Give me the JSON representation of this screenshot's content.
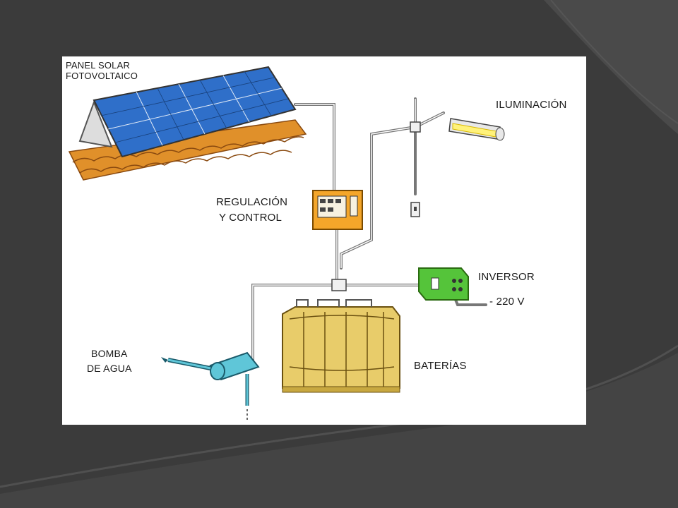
{
  "colors": {
    "background": "#3a3a3a",
    "panel": "#ffffff",
    "solar_cell": "#2f6fc9",
    "controller": "#f4a62a",
    "inverter": "#55c43a",
    "battery": "#e8cc6a",
    "pump": "#5fc6d8",
    "lamp_glow": "#fff27a"
  },
  "labels": {
    "solar_panel": [
      "PANEL SOLAR",
      "FOTOVOLTAICO"
    ],
    "lighting": "ILUMINACIÓN",
    "regulation": [
      "REGULACIÓN",
      "Y CONTROL"
    ],
    "inverter": "INVERSOR",
    "voltage": "- 220 V",
    "pump": [
      "BOMBA",
      "DE AGUA"
    ],
    "batteries": "BATERÍAS"
  }
}
